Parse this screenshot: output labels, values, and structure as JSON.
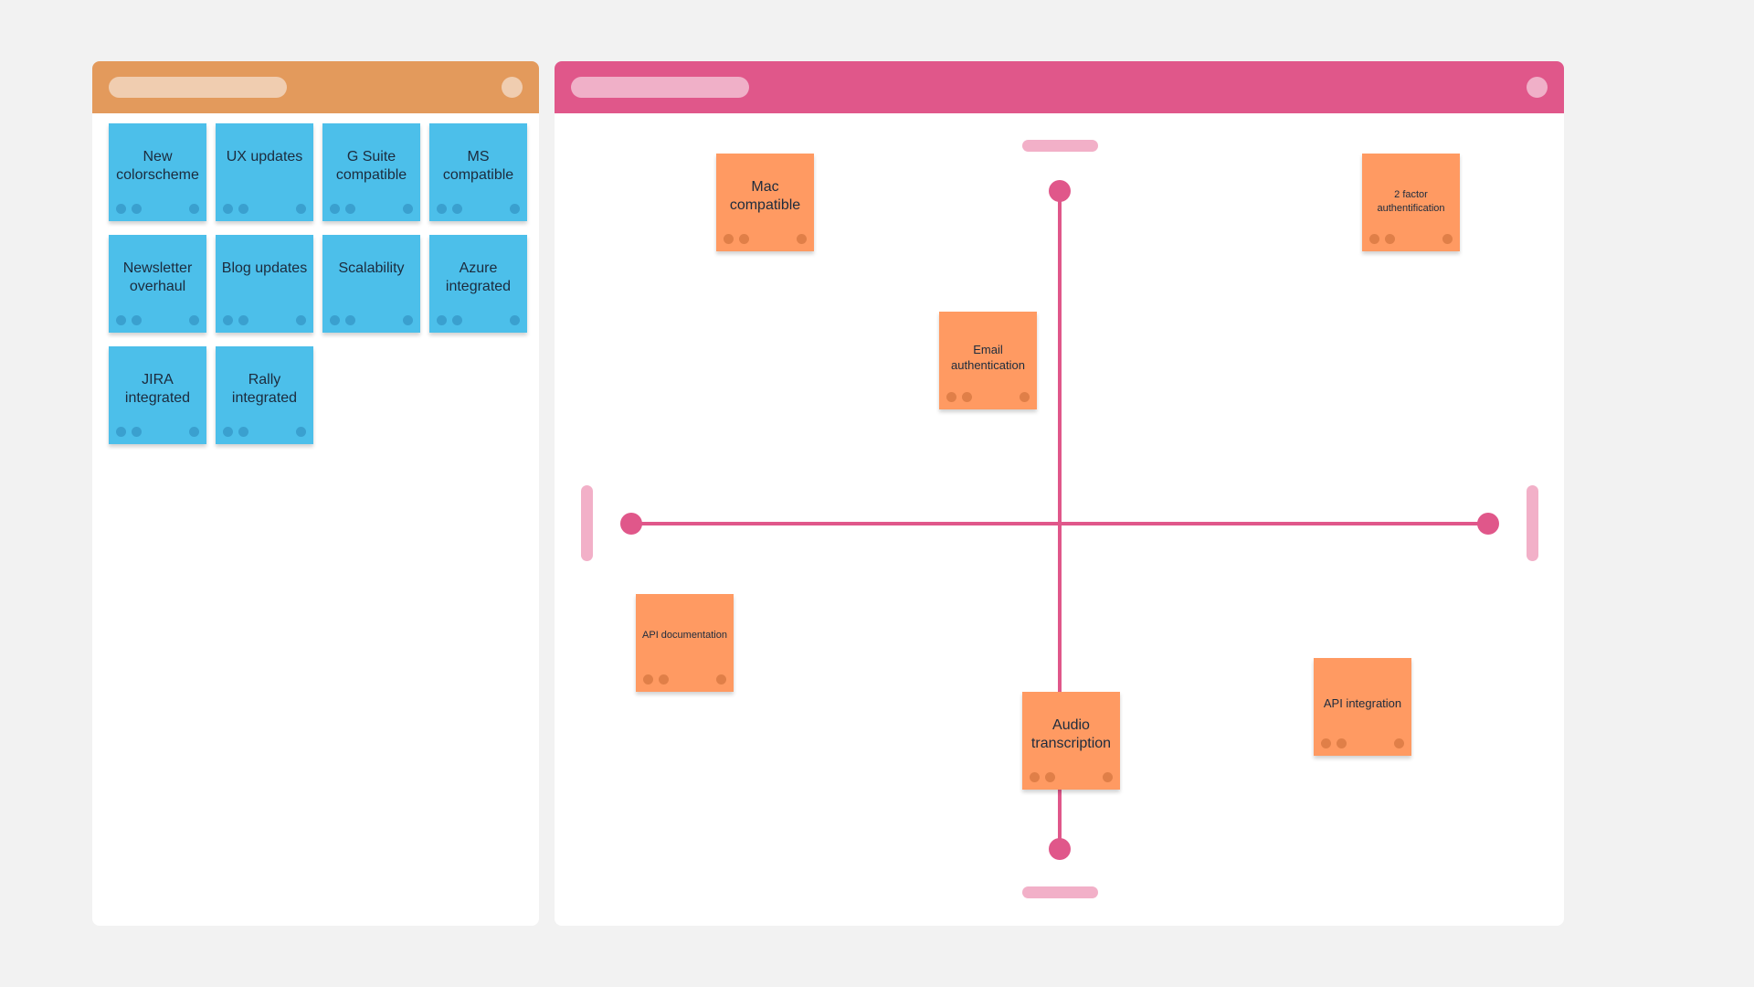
{
  "colors": {
    "background": "#f2f2f2",
    "backlog_header": "#e39a5c",
    "matrix_header": "#e0578a",
    "blue_sticky": "#4cbfea",
    "orange_sticky": "#ff9a62",
    "axis": "#e0578a",
    "axis_handle": "#f2b0c8"
  },
  "backlog": {
    "notes": [
      {
        "label": "New colorscheme"
      },
      {
        "label": "UX updates"
      },
      {
        "label": "G Suite compatible"
      },
      {
        "label": "MS compatible"
      },
      {
        "label": "Newsletter overhaul"
      },
      {
        "label": "Blog updates"
      },
      {
        "label": "Scalability"
      },
      {
        "label": "Azure integrated"
      },
      {
        "label": "JIRA integrated"
      },
      {
        "label": "Rally integrated"
      }
    ]
  },
  "matrix": {
    "notes": [
      {
        "label": "Mac compatible"
      },
      {
        "label": "2 factor authentification"
      },
      {
        "label": "Email authentication"
      },
      {
        "label": "API documentation"
      },
      {
        "label": "Audio transcription"
      },
      {
        "label": "API integration"
      }
    ]
  }
}
